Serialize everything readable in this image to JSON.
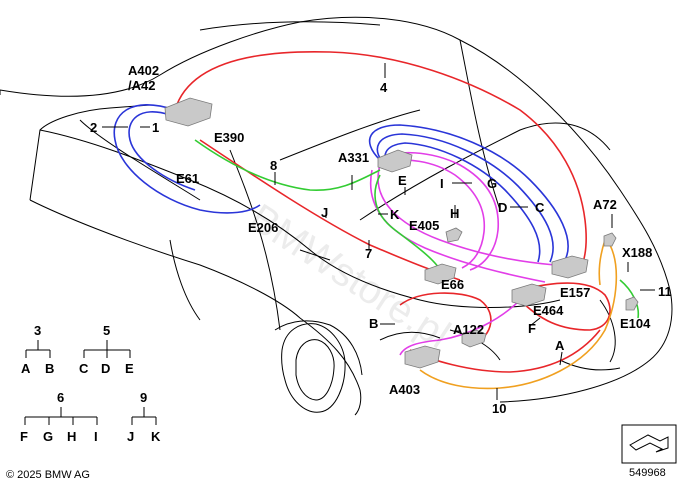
{
  "labels": {
    "a402": "A402",
    "a42": "/A42",
    "n4": "4",
    "n2": "2",
    "n1": "1",
    "e390": "E390",
    "n8": "8",
    "a331": "A331",
    "e61": "E61",
    "e": "E",
    "i": "I",
    "g": "G",
    "d": "D",
    "c": "C",
    "k": "K",
    "h": "H",
    "e405": "E405",
    "j": "J",
    "e206": "E206",
    "n7": "7",
    "a72": "A72",
    "x188": "X188",
    "e66": "E66",
    "e157": "E157",
    "n11": "11",
    "e464": "E464",
    "e104": "E104",
    "b": "B",
    "a122": "A122",
    "f": "F",
    "a": "A",
    "a403": "A403",
    "n10": "10"
  },
  "legend": [
    {
      "parent": "3",
      "children": [
        "A",
        "B"
      ]
    },
    {
      "parent": "5",
      "children": [
        "C",
        "D",
        "E"
      ]
    },
    {
      "parent": "6",
      "children": [
        "F",
        "G",
        "H",
        "I"
      ]
    },
    {
      "parent": "9",
      "children": [
        "J",
        "K"
      ]
    }
  ],
  "watermark": "BMWstore.pl",
  "copyright": "© 2025 BMW AG",
  "diagram_number": "549968",
  "colors": {
    "red": "#e8262a",
    "blue": "#2a35d8",
    "green": "#33cc33",
    "magenta": "#e23ee8",
    "orange": "#f0a020",
    "black": "#000000"
  }
}
